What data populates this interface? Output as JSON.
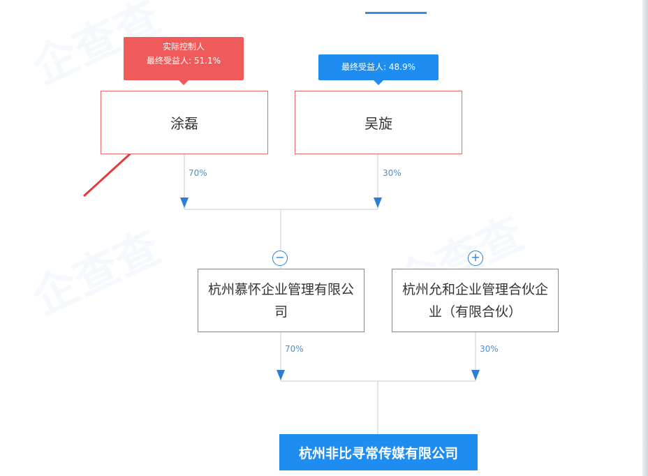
{
  "header": {
    "tab_indicator": ""
  },
  "badges": {
    "actual_controller": {
      "title": "实际控制人",
      "text": "最终受益人: 51.1%"
    },
    "beneficiary_wu": {
      "text": "最终受益人: 48.9%"
    }
  },
  "persons": [
    {
      "name": "涂磊",
      "share": "70%"
    },
    {
      "name": "吴旋",
      "share": "30%"
    }
  ],
  "companies": [
    {
      "name": "杭州慕怀企业管理有限公司",
      "share": "70%",
      "toggle": "−"
    },
    {
      "name": "杭州允和企业管理合伙企业（有限合伙）",
      "share": "30%",
      "toggle": "+"
    }
  ],
  "target": {
    "name": "杭州非比寻常传媒有限公司"
  },
  "colors": {
    "red": "#ef5b5b",
    "blue": "#1f8df0",
    "line": "#cfd6de",
    "arrow": "#2a7fd4"
  }
}
